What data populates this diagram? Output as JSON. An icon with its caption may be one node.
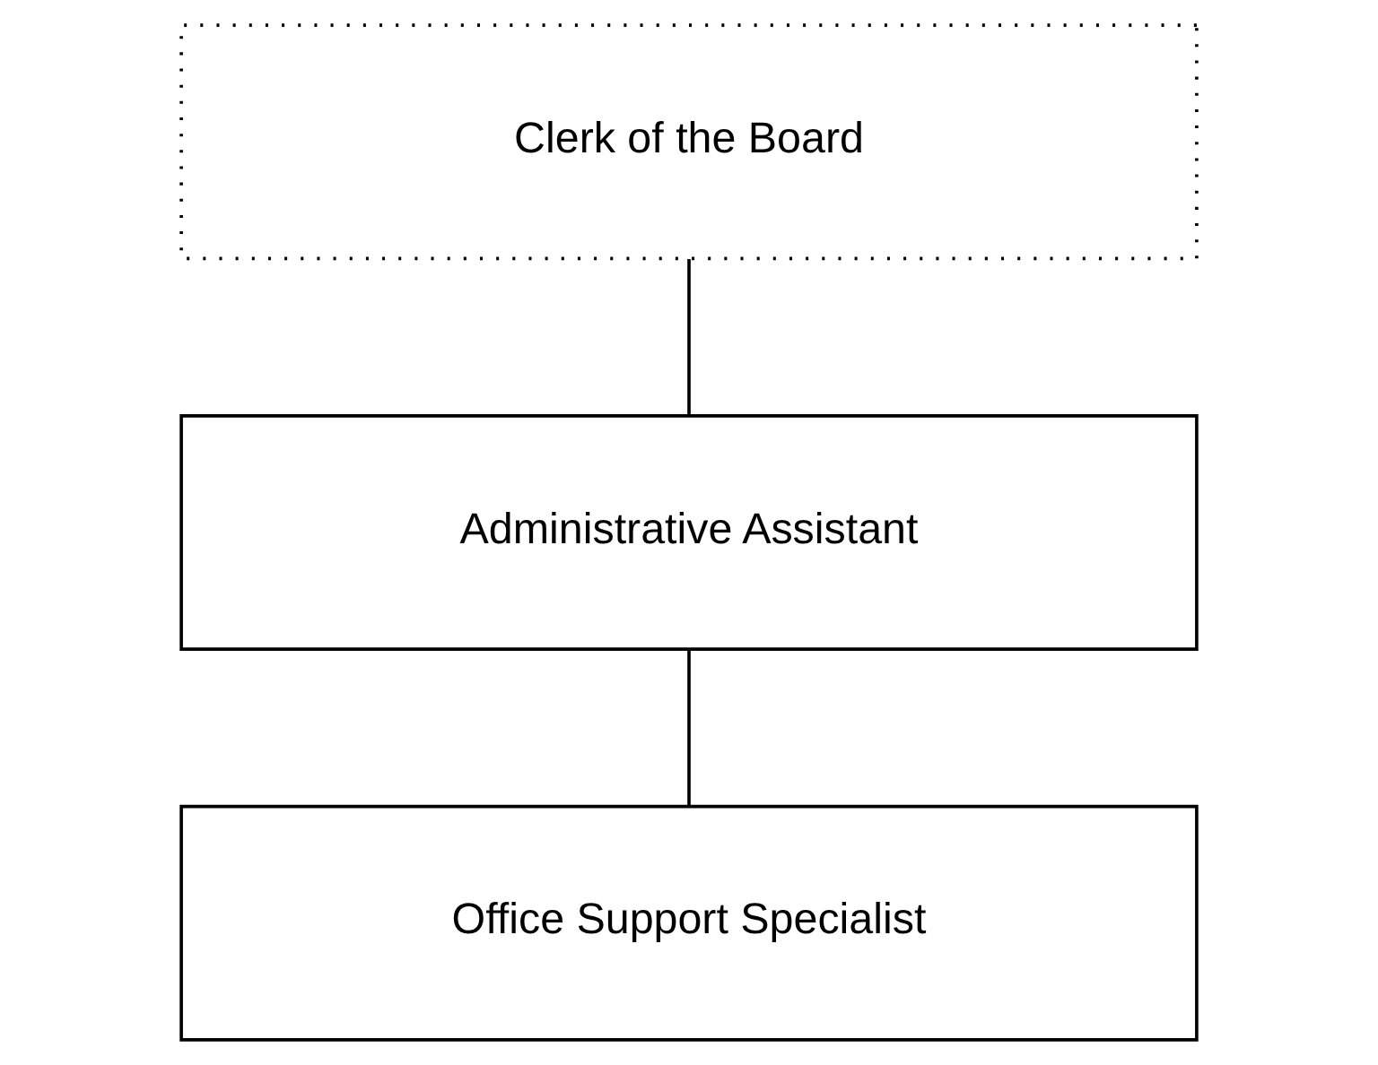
{
  "diagram": {
    "nodes": [
      {
        "text": [
          "Clerk of the Board"
        ]
      },
      {
        "text": [
          "Administrative Assistant"
        ]
      },
      {
        "text": [
          "Office Support Specialist"
        ]
      }
    ],
    "edges": [
      {
        "from": 0,
        "to": 1,
        "arrow": "none"
      },
      {
        "from": 1,
        "to": 2,
        "arrow": "none"
      }
    ]
  }
}
